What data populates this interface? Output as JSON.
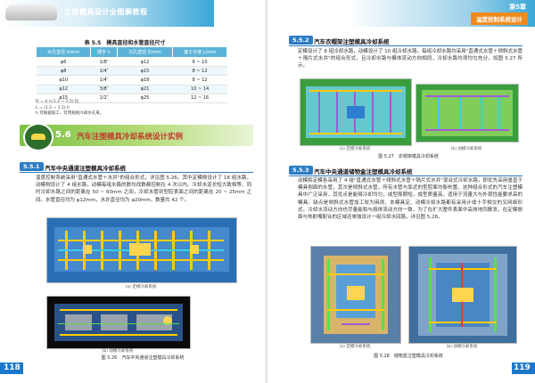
{
  "header": {
    "left_title": "注塑模具设计全图解教程",
    "right_chapter": "第5章",
    "right_title": "温度控制系统设计"
  },
  "table": {
    "caption": "表 5.5　模具直径和水管直径尺寸",
    "headers": [
      "水孔直径 d/mm",
      "顺手 h",
      "沉孔直径 D/mm",
      "塞子长度 L/mm"
    ],
    "rows": [
      [
        "φ6",
        "1/8″",
        "φ12",
        "6 ~ 10"
      ],
      [
        "φ8",
        "1/4″",
        "φ15",
        "8 ~ 12"
      ],
      [
        "φ10",
        "1/4″",
        "φ18",
        "8 ~ 12"
      ],
      [
        "φ12",
        "3/8″",
        "φ21",
        "10 ~ 14"
      ],
      [
        "φ15",
        "1/2″",
        "φ25",
        "12 ~ 16"
      ]
    ],
    "notes": [
      "D = d ×(1.2 ~ 1.5) 比",
      "L = (1.2 ~ 1.5) h",
      "h 可根据加工、可用规格冷却水孔来。"
    ]
  },
  "section": {
    "number": "5.6",
    "title": "汽车注塑模具冷却系统设计实例"
  },
  "left": {
    "sub1": {
      "tag": "5.5.1",
      "title": "汽车中央通道注塑模具冷却系统"
    },
    "para1": "温度控制系统采用\"直通式水管＋水井\"的组合形式，详见图 5.26。其中定模侧设计了 18 组水路，动模侧设计了 4 组水路，动模每组水路的数均改数都控制在 4 次以内。冷却水道长短大致相等，同时冷却水路之间的距离在 50 ~ 60mm 之间，冷却水管到型腔表面之间的距离在 20 ~ 25mm 之间。水管直径均为 φ12mm，水井直径均为 φ20mm，数量共 42 个。",
    "fig_a_caption": "(a) 定模冷却系统",
    "fig_b_caption": "(b) 动模冷却系统",
    "fig_caption": "图 5.26　汽车中央通道注塑模具冷却系统",
    "page_number": "118"
  },
  "right": {
    "sub2": {
      "tag": "5.5.2",
      "title": "汽车衣帽架注塑模具冷却系统"
    },
    "para2": "定模设计了 8 组冷却水路，动模设计了 10 组冷却水路，每组冷却水路均采用\"直通式水管＋倾斜式水管＋隔片式水井\"的组合形式，且冷却水路与模体流动方向相同，冷却水路均须均匀充分，如图 5.27 所示。",
    "fig27a_caption": "(a) 定模冷却系统",
    "fig27b_caption": "(b) 动模冷却系统",
    "fig27_caption": "图 5.27　衣帽架模具冷却系统",
    "sub3": {
      "tag": "5.5.3",
      "title": "汽车中央通道储物盒注塑模具冷却系统"
    },
    "para3": "动模和定模各采用了 4 组\"直通式水管＋倾斜式水管＋隔片式水井\"混合式冷却水路，即优先采用垂直于模具侧面的水管，其次是倾斜式水管，所有水管与靠近的型腔面均衡布置。这种组合形式的汽车注塑模具中广泛采用，其优点是能够冷却均匀，成型周期短，成型质量高，适用于流量大与外观性能要求高的模具。缺点是倾斜式水管加工较为麻烦、本模具定、动模冷却水路都有采用计成十字相交的叉网络形式。冷却水流动方向也尽量能和与熔体流动方向一致，为了在扩大整件表面中高效地同散发，在定模侧面与热射嘴配合的区域还单独设计一组冷却水回路，详见图 5.28。",
    "fig28a_caption": "(a) 定模冷却系统",
    "fig28b_caption": "(b) 动模冷却系统",
    "fig28_caption": "图 5.28　储物盒注塑模具冷却系统",
    "page_number": "119"
  },
  "colors": {
    "accent_blue": "#1a77c9",
    "section_green": "#7cc243",
    "section_title_red": "#c0392b",
    "chapter_orange": "#f08a1c"
  }
}
